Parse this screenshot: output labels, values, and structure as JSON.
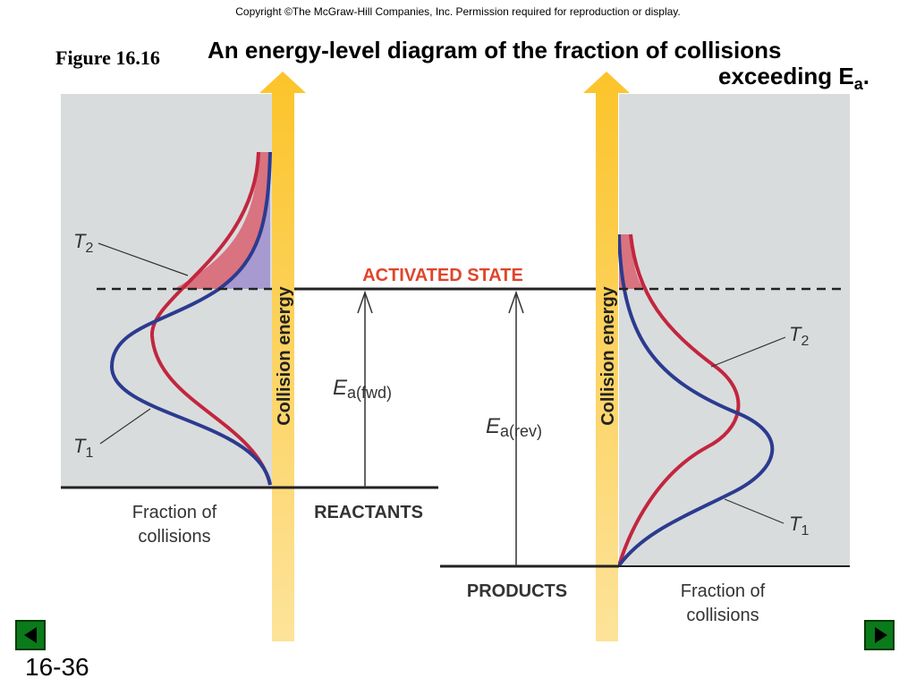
{
  "copyright": "Copyright ©The McGraw-Hill Companies, Inc.  Permission required for reproduction or display.",
  "figure_label": "Figure 16.16",
  "title": {
    "line1": "An energy-level diagram of the fraction of collisions",
    "line2_main": "exceeding E",
    "line2_sub": "a",
    "line2_end": "."
  },
  "diagram": {
    "activated_state": "ACTIVATED STATE",
    "reactants": "REACTANTS",
    "products": "PRODUCTS",
    "axis_label_left": "Collision energy",
    "axis_label_right": "Collision energy",
    "fraction_left_1": "Fraction of",
    "fraction_left_2": "collisions",
    "fraction_right_1": "Fraction of",
    "fraction_right_2": "collisions",
    "ea_fwd_main": "E",
    "ea_fwd_sub": "a(fwd)",
    "ea_rev_main": "E",
    "ea_rev_sub": "a(rev)",
    "t2_left_main": "T",
    "t2_left_sub": "2",
    "t1_left_main": "T",
    "t1_left_sub": "1",
    "t2_right_main": "T",
    "t2_right_sub": "2",
    "t1_right_main": "T",
    "t1_right_sub": "1"
  },
  "colors": {
    "panel": "#d9dcdd",
    "arrow": "#fcc42a",
    "t1_curve": "#2b3b8f",
    "t2_curve": "#c2263f",
    "activated_text": "#e0452a",
    "shade_red": "#d9737f",
    "shade_purple": "#a79ad0"
  },
  "nav": {
    "prev_icon": "triangle-left-icon",
    "next_icon": "triangle-right-icon"
  },
  "slide_number": "16-36"
}
